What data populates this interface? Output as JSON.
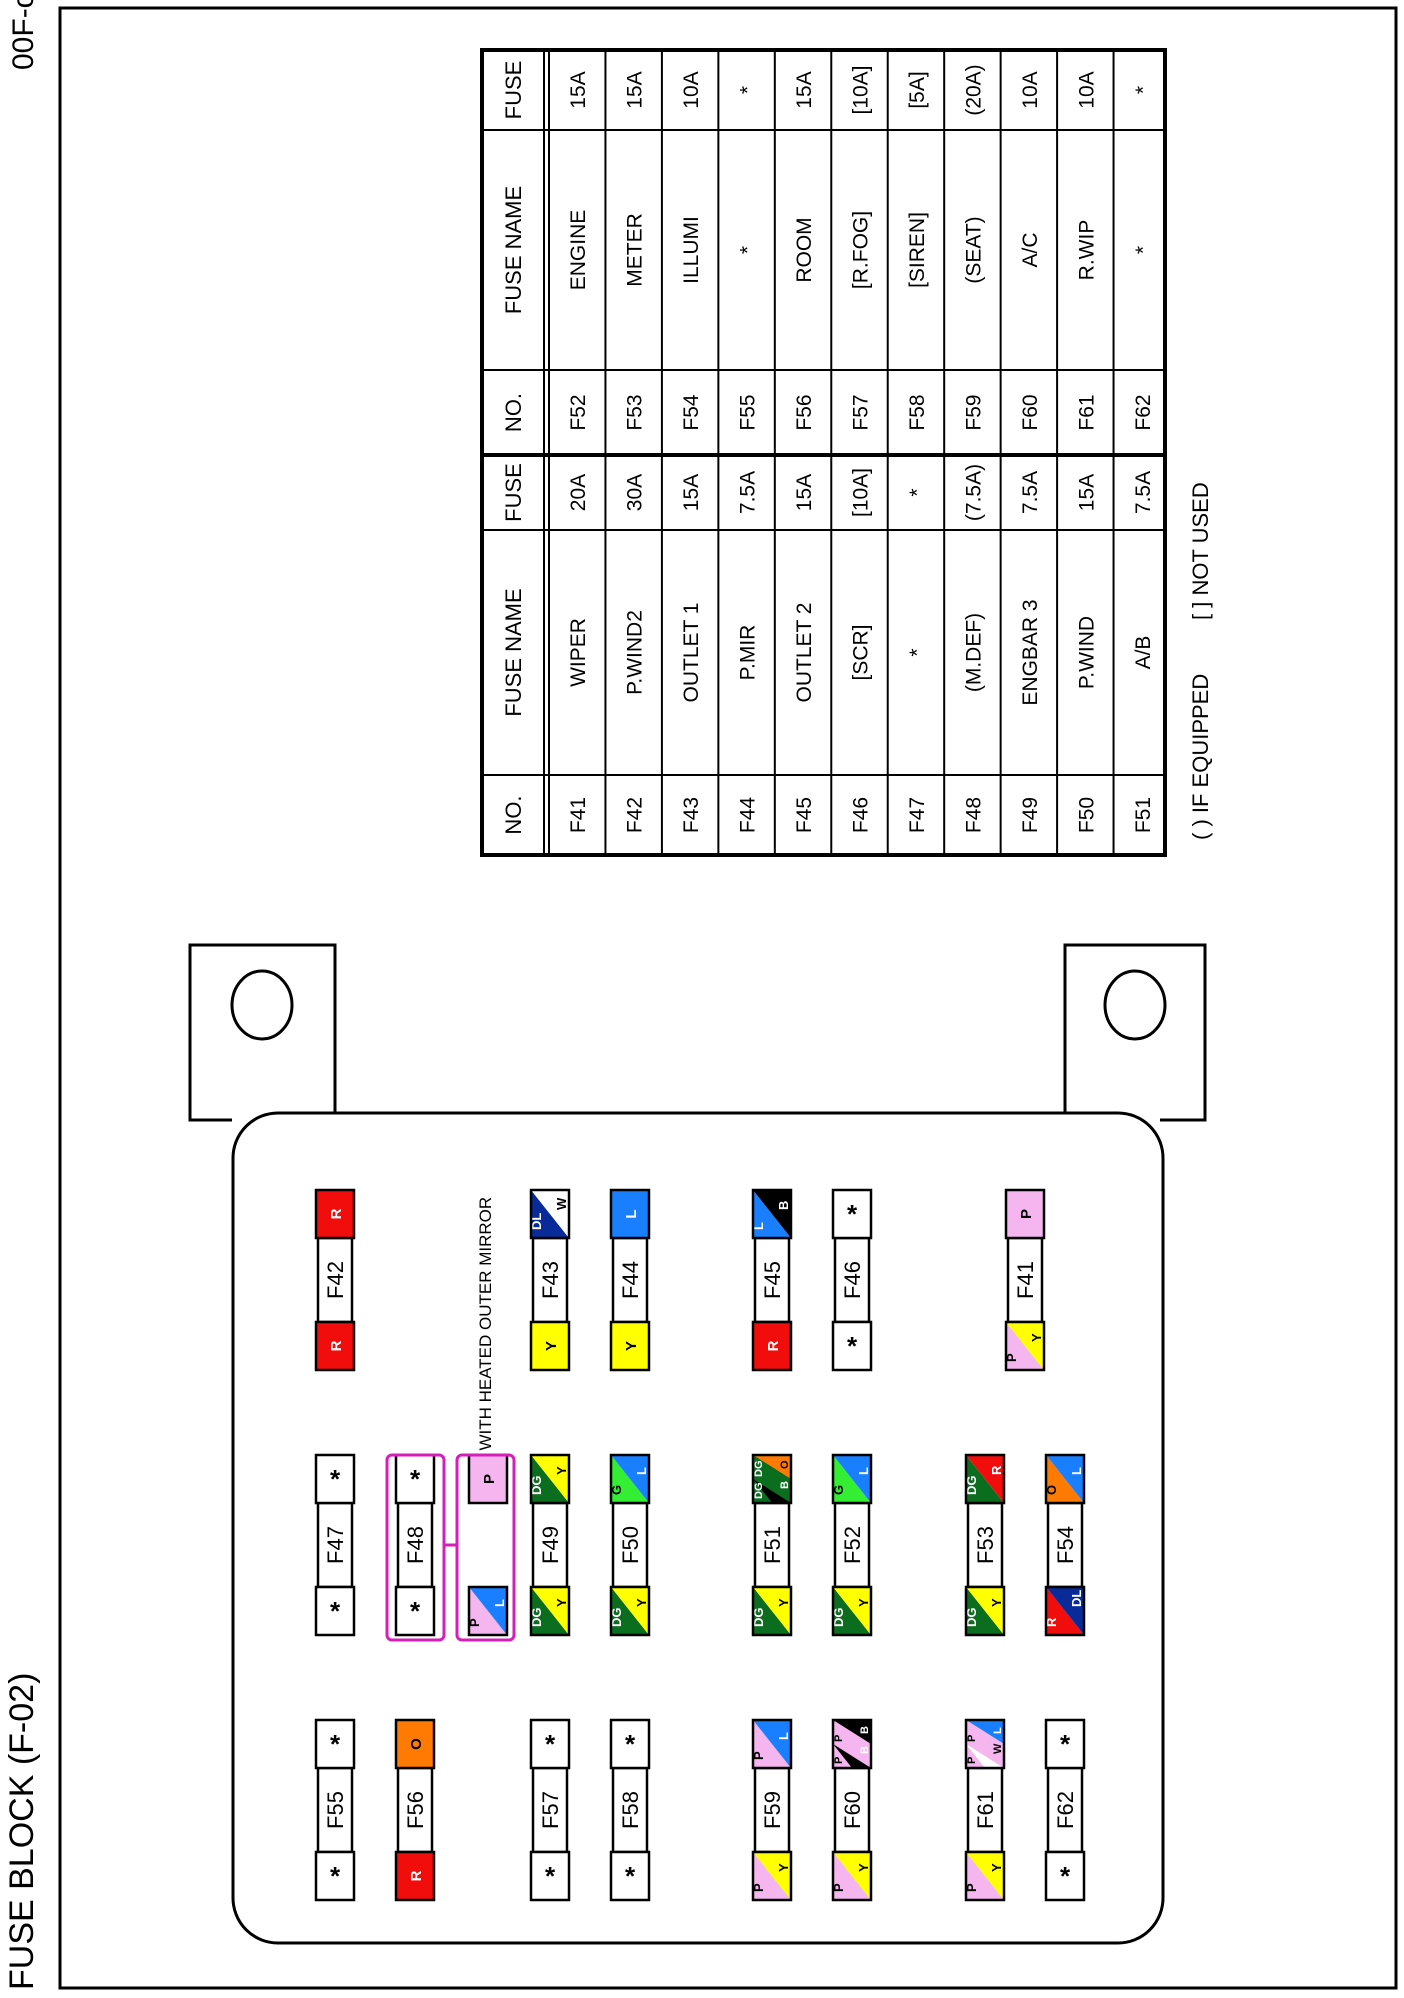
{
  "header": {
    "title": "FUSE BLOCK (F-02)",
    "code": "00F-c"
  },
  "colors": {
    "R": "#f20d0d",
    "O": "#ff7a00",
    "Y": "#ffff00",
    "DG": "#0b6e1f",
    "G": "#33ee33",
    "L": "#1a7fff",
    "DL": "#082b99",
    "P": "#f5b5ef",
    "B": "#000000",
    "W": "#ffffff",
    "outline": "#000000",
    "highlight": "#d61fb8"
  },
  "annotation": {
    "heated_mirror": ": WITH HEATED OUTER MIRROR"
  },
  "fuses": [
    {
      "id": "F55",
      "left": {
        "t": "star"
      },
      "right": {
        "t": "star"
      }
    },
    {
      "id": "F56",
      "left": {
        "t": "solid",
        "c": "R"
      },
      "right": {
        "t": "solid",
        "c": "O"
      }
    },
    {
      "id": "F57",
      "left": {
        "t": "star"
      },
      "right": {
        "t": "star"
      }
    },
    {
      "id": "F58",
      "left": {
        "t": "star"
      },
      "right": {
        "t": "star"
      }
    },
    {
      "id": "F59",
      "left": {
        "t": "diag",
        "c1": "P",
        "c2": "Y"
      },
      "right": {
        "t": "diag",
        "c1": "P",
        "c2": "L"
      }
    },
    {
      "id": "F60",
      "left": {
        "t": "diag",
        "c1": "P",
        "c2": "Y"
      },
      "right": {
        "t": "quad",
        "tl": "P",
        "tr": "B",
        "bl": "P",
        "br": "B"
      }
    },
    {
      "id": "F61",
      "left": {
        "t": "diag",
        "c1": "P",
        "c2": "Y"
      },
      "right": {
        "t": "quad",
        "tl": "P",
        "tr": "L",
        "bl": "P",
        "br": "W"
      }
    },
    {
      "id": "F62",
      "left": {
        "t": "star"
      },
      "right": {
        "t": "star"
      }
    },
    {
      "id": "F47",
      "left": {
        "t": "star"
      },
      "right": {
        "t": "star"
      }
    },
    {
      "id": "F48",
      "left": {
        "t": "star"
      },
      "right": {
        "t": "star"
      }
    },
    {
      "id": "F49",
      "left": {
        "t": "diag",
        "c1": "DG",
        "c2": "Y"
      },
      "right": {
        "t": "diag",
        "c1": "DG",
        "c2": "Y"
      }
    },
    {
      "id": "F50",
      "left": {
        "t": "diag",
        "c1": "DG",
        "c2": "Y"
      },
      "right": {
        "t": "diag",
        "c1": "G",
        "c2": "L"
      }
    },
    {
      "id": "F51",
      "left": {
        "t": "diag",
        "c1": "DG",
        "c2": "Y"
      },
      "right": {
        "t": "quad",
        "tl": "DG",
        "tr": "O",
        "bl": "DG",
        "br": "B"
      }
    },
    {
      "id": "F52",
      "left": {
        "t": "diag",
        "c1": "DG",
        "c2": "Y"
      },
      "right": {
        "t": "diag",
        "c1": "G",
        "c2": "L"
      }
    },
    {
      "id": "F53",
      "left": {
        "t": "diag",
        "c1": "DG",
        "c2": "Y"
      },
      "right": {
        "t": "diag",
        "c1": "DG",
        "c2": "R"
      }
    },
    {
      "id": "F54",
      "left": {
        "t": "diag",
        "c1": "R",
        "c2": "DL"
      },
      "right": {
        "t": "diag",
        "c1": "O",
        "c2": "L"
      }
    },
    {
      "id": "F42",
      "left": {
        "t": "solid",
        "c": "R"
      },
      "right": {
        "t": "solid",
        "c": "R"
      }
    },
    {
      "id": "F43",
      "left": {
        "t": "solid",
        "c": "Y"
      },
      "right": {
        "t": "diag",
        "c1": "DL",
        "c2": "W"
      }
    },
    {
      "id": "F44",
      "left": {
        "t": "solid",
        "c": "Y"
      },
      "right": {
        "t": "solid",
        "c": "L"
      }
    },
    {
      "id": "F45",
      "left": {
        "t": "solid",
        "c": "R"
      },
      "right": {
        "t": "diag",
        "c1": "L",
        "c2": "B"
      }
    },
    {
      "id": "F46",
      "left": {
        "t": "star"
      },
      "right": {
        "t": "star"
      }
    },
    {
      "id": "F41",
      "left": {
        "t": "diag",
        "c1": "P",
        "c2": "Y"
      },
      "right": {
        "t": "solid",
        "c": "P"
      }
    }
  ],
  "alt_wires": {
    "left": {
      "t": "diag",
      "c1": "P",
      "c2": "L"
    },
    "right": {
      "t": "solid",
      "c": "P"
    }
  },
  "table": {
    "headers": {
      "no": "NO.",
      "name": "FUSE NAME",
      "fuse": "FUSE"
    },
    "left_rows": [
      [
        "F41",
        "WIPER",
        "20A"
      ],
      [
        "F42",
        "P.WIND2",
        "30A"
      ],
      [
        "F43",
        "OUTLET 1",
        "15A"
      ],
      [
        "F44",
        "P.MIR",
        "7.5A"
      ],
      [
        "F45",
        "OUTLET 2",
        "15A"
      ],
      [
        "F46",
        "[SCR]",
        "[10A]"
      ],
      [
        "F47",
        "*",
        "*"
      ],
      [
        "F48",
        "(M.DEF)",
        "(7.5A)"
      ],
      [
        "F49",
        "ENGBAR 3",
        "7.5A"
      ],
      [
        "F50",
        "P.WIND",
        "15A"
      ],
      [
        "F51",
        "A/B",
        "7.5A"
      ]
    ],
    "right_rows": [
      [
        "F52",
        "ENGINE",
        "15A"
      ],
      [
        "F53",
        "METER",
        "15A"
      ],
      [
        "F54",
        "ILLUMI",
        "10A"
      ],
      [
        "F55",
        "*",
        "*"
      ],
      [
        "F56",
        "ROOM",
        "15A"
      ],
      [
        "F57",
        "[R.FOG]",
        "[10A]"
      ],
      [
        "F58",
        "[SIREN]",
        "[5A]"
      ],
      [
        "F59",
        "(SEAT)",
        "(20A)"
      ],
      [
        "F60",
        "A/C",
        "10A"
      ],
      [
        "F61",
        "R.WIP",
        "10A"
      ],
      [
        "F62",
        "*",
        "*"
      ]
    ]
  },
  "legend": {
    "equipped": "( ) IF EQUIPPED",
    "not_used": "[ ] NOT USED"
  }
}
